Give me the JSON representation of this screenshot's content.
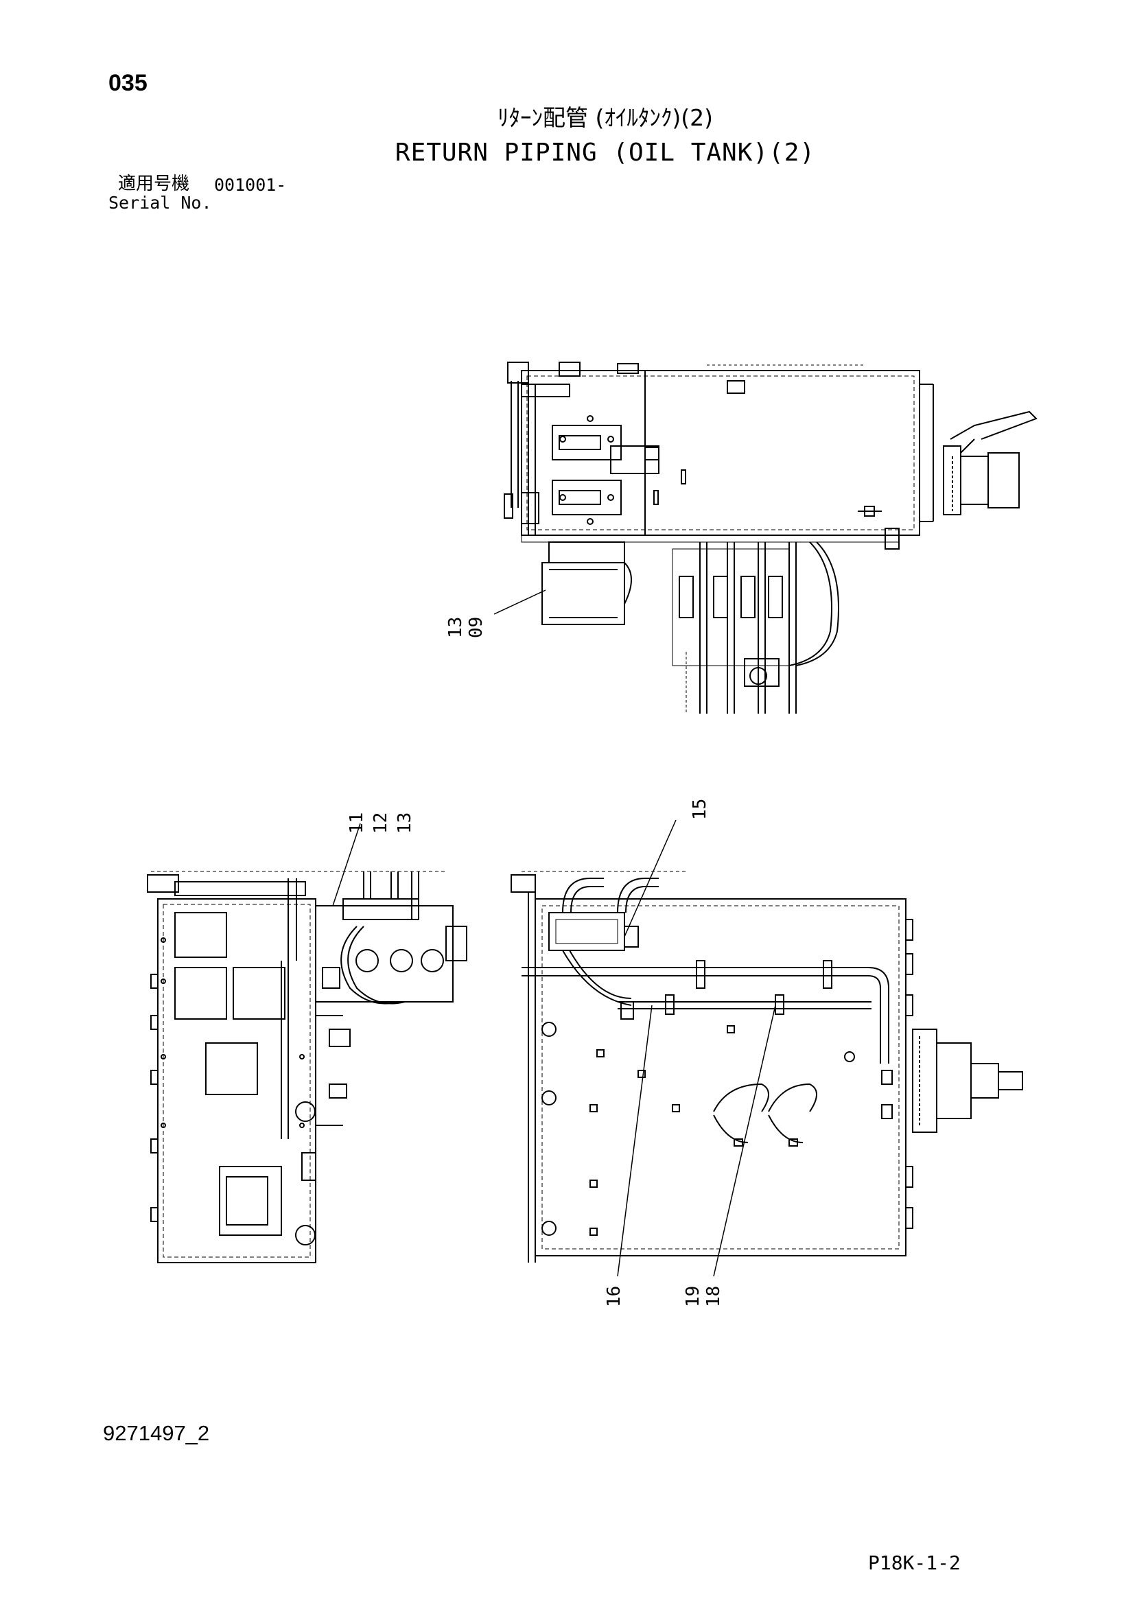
{
  "header": {
    "page_number": "035",
    "title_jp": "ﾘﾀｰﾝ配管 (ｵｲﾙﾀﾝｸ)(2)",
    "title_en": "RETURN PIPING (OIL TANK)(2)",
    "serial_label_jp": "適用号機",
    "serial_value": "001001-",
    "serial_label_en": "Serial No."
  },
  "callouts": {
    "top": [
      "13",
      "09"
    ],
    "left_bottom": [
      "11",
      "12",
      "13"
    ],
    "right_top": "15",
    "right_bottom_a": "16",
    "right_bottom_b": [
      "19",
      "18"
    ]
  },
  "footer": {
    "doc_number": "9271497_2",
    "page_code": "P18K-1-2"
  }
}
